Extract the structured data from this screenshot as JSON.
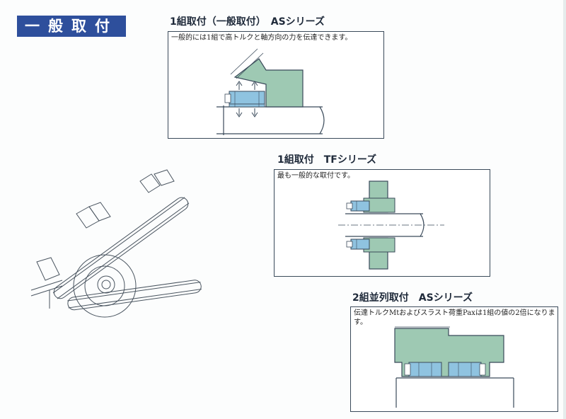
{
  "page": {
    "title": "一般取付"
  },
  "sections": [
    {
      "heading": "1組取付（一般取付）　ASシリーズ",
      "caption": "一般的には1組で高トルクと軸方向の力を伝達できます。"
    },
    {
      "heading": "1組取付　TFシリーズ",
      "caption": "最も一般的な取付です。"
    },
    {
      "heading": "2組並列取付　ASシリーズ",
      "caption": "伝達トルクMtおよびスラスト荷重Paxは1組の値の2倍になります。"
    }
  ],
  "colors": {
    "title_bg": "#2e4f9c",
    "hub_fill": "#9ec9b3",
    "element_fill": "#8fc3e0",
    "line": "#3a4a5a"
  }
}
